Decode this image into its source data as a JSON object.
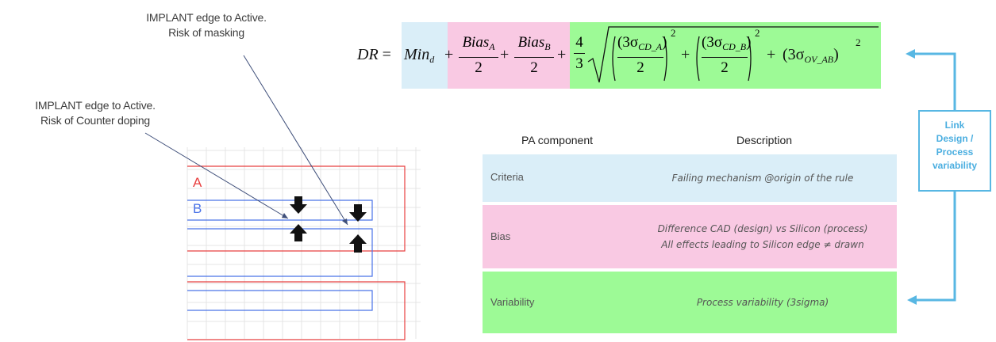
{
  "annotations": {
    "masking": [
      "IMPLANT edge to Active.",
      "Risk of masking"
    ],
    "counter_doping": [
      "IMPLANT edge to Active.",
      "Risk of Counter doping"
    ]
  },
  "layout_labels": {
    "a": "A",
    "b": "B"
  },
  "colors": {
    "layer_a": "#e84040",
    "layer_b": "#4a73e8",
    "criteria": "#daeef8",
    "bias": "#f9c9e3",
    "variability": "#9dfa96",
    "link": "#58b7e3"
  },
  "equation": {
    "lhs": "DR",
    "min_term": "Min",
    "min_sub": "d",
    "bias_a": "Bias",
    "bias_a_sub": "A",
    "bias_b": "Bias",
    "bias_b_sub": "B",
    "denominator": "2",
    "coef_num": "4",
    "coef_den": "3",
    "sigma_cd_a": "3σ",
    "sigma_cd_a_sub": "CD_A",
    "sigma_cd_b": "3σ",
    "sigma_cd_b_sub": "CD_B",
    "sigma_ov": "3σ",
    "sigma_ov_sub": "OV_AB",
    "exponent": "2"
  },
  "table": {
    "headers": [
      "PA component",
      "Description"
    ],
    "rows": [
      {
        "label": "Criteria",
        "description": [
          "Failing mechanism @origin of the rule"
        ]
      },
      {
        "label": "Bias",
        "description": [
          "Difference CAD (design) vs Silicon (process)",
          "All effects leading to Silicon edge ≠ drawn"
        ]
      },
      {
        "label": "Variability",
        "description": [
          "Process variability (3sigma)"
        ]
      }
    ]
  },
  "link_box": [
    "Link",
    "Design /",
    "Process",
    "variability"
  ]
}
